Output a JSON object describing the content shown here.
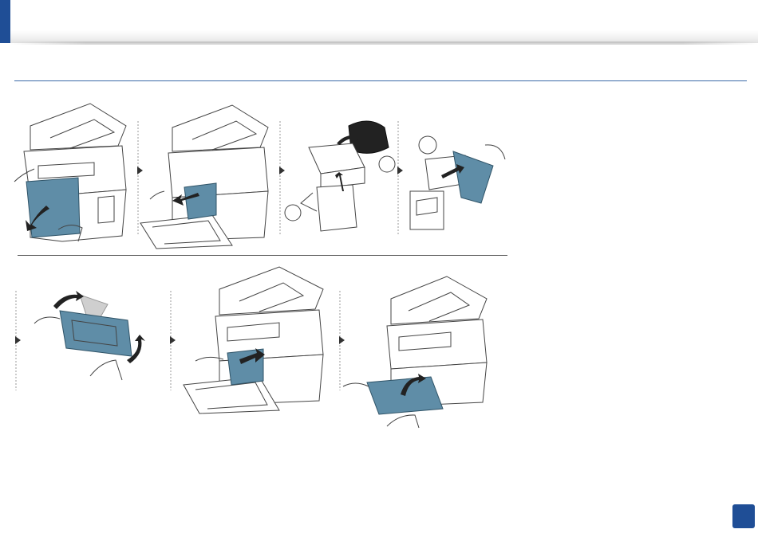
{
  "colors": {
    "accent": "#1f4e96",
    "rule": "#3b6aa8",
    "part": "#5f8da7"
  },
  "figure": {
    "steps": [
      {
        "icon": "open-front-cover-illustration"
      },
      {
        "icon": "pull-out-toner-illustration"
      },
      {
        "icon": "unpack-new-toner-illustration"
      },
      {
        "icon": "remove-protective-cap-illustration"
      },
      {
        "icon": "shake-toner-illustration"
      },
      {
        "icon": "insert-toner-illustration"
      },
      {
        "icon": "close-front-cover-illustration"
      }
    ],
    "step_arrow_icon": "triangle-arrow-icon",
    "recycle_icon": "recycle-icon"
  }
}
